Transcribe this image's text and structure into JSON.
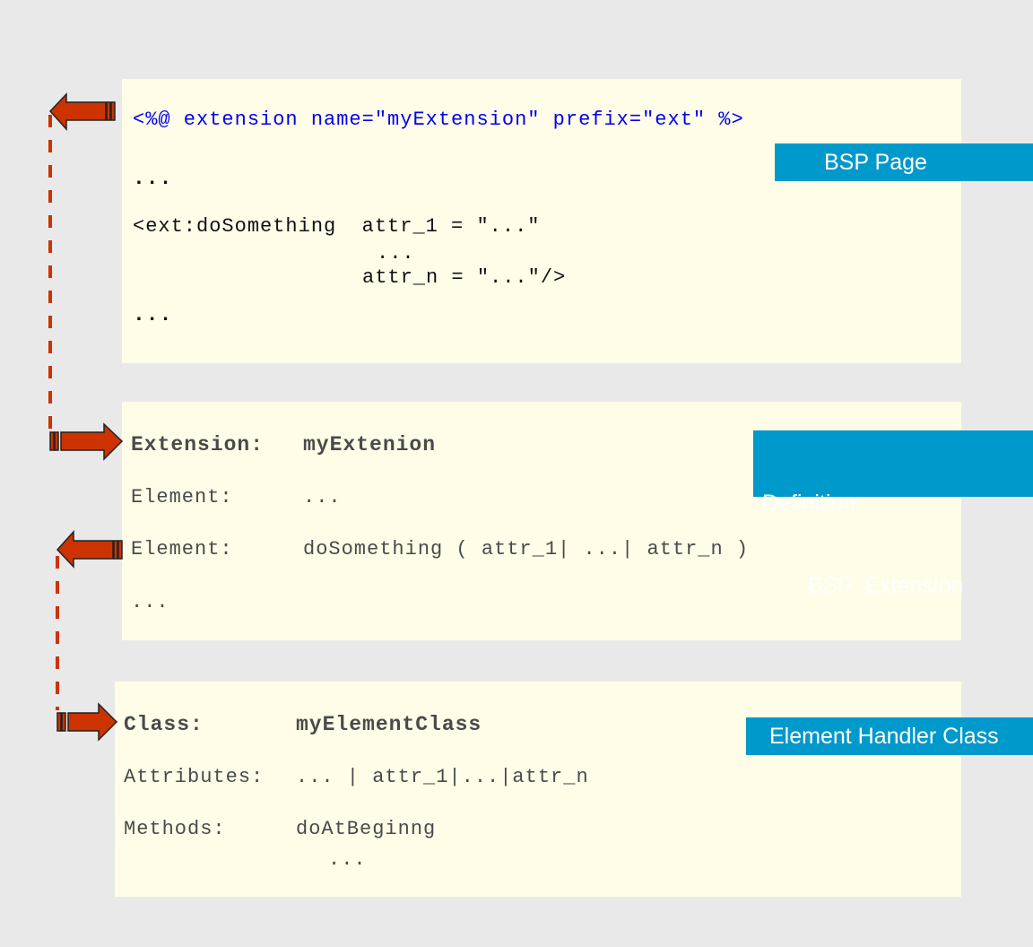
{
  "bsp_page": {
    "label": "BSP Page",
    "directive": "<%@ extension name=\"myExtension\" prefix=\"ext\" %>",
    "ellipsis_1": "...",
    "tag_line": "<ext:doSomething  attr_1 = \"...\"",
    "tag_middle": "...",
    "tag_end": "attr_n = \"...\"/>",
    "ellipsis_2": "..."
  },
  "extension": {
    "label_line1": "Definition:",
    "label_line2": "BSP  Extension",
    "title_key": "Extension:",
    "title_value": "myExtenion",
    "rows": [
      {
        "key": "Element:",
        "value": "..."
      },
      {
        "key": "Element:",
        "value": "doSomething ( attr_1| ...| attr_n )"
      }
    ],
    "ellipsis": "..."
  },
  "handler_class": {
    "label": "Element Handler Class",
    "title_key": "Class:",
    "title_value": "myElementClass",
    "attributes_key": "Attributes:",
    "attributes_value": "... | attr_1|...|attr_n",
    "methods_key": "Methods:",
    "methods_value": "doAtBeginng",
    "methods_more": "..."
  },
  "colors": {
    "label_bg": "#0099cc",
    "arrow": "#cc3300",
    "panel": "#fffde8"
  }
}
